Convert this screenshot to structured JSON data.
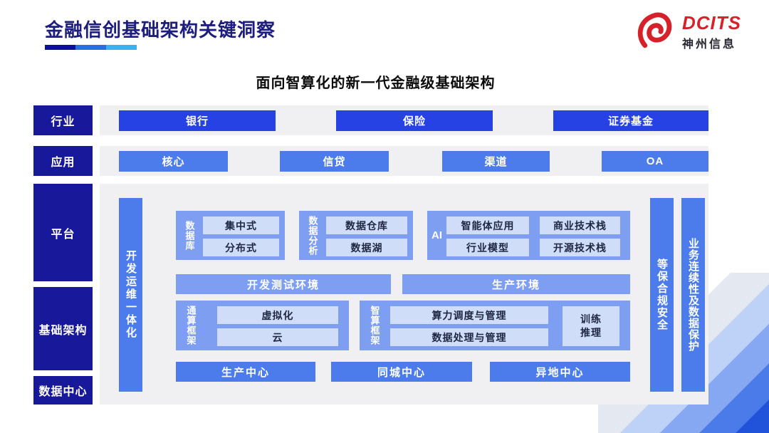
{
  "header": {
    "title": "金融信创基础架构关键洞察",
    "logo": {
      "brand": "DCITS",
      "company": "神州信息"
    }
  },
  "subtitle": "面向智算化的新一代金融级基础架构",
  "colors": {
    "title_navy": "#1d1d7e",
    "label_navy": "#18189a",
    "strong_blue": "#2742e4",
    "medium_blue": "#4c7ceb",
    "panel_blue": "#7e9ef2",
    "light_box_blue": "#d0ddf8",
    "panel_gray": "#f0f0f2",
    "logo_red": "#d6212b",
    "underline": [
      "#0d0da0",
      "#2a6ce2",
      "#38b2f2"
    ]
  },
  "rows": {
    "industry": {
      "label": "行业",
      "items": [
        "银行",
        "保险",
        "证券基金"
      ]
    },
    "application": {
      "label": "应用",
      "items": [
        "核心",
        "信贷",
        "渠道",
        "OA"
      ]
    }
  },
  "side_labels": {
    "platform": "平台",
    "infrastructure": "基础架构",
    "datacenter": "数据中心"
  },
  "platform": {
    "devops_bar": "开发运维一体化",
    "database": {
      "label": "数据库",
      "items": [
        "集中式",
        "分布式"
      ]
    },
    "analytics": {
      "label": "数据分析",
      "items": [
        "数据仓库",
        "数据湖"
      ]
    },
    "ai": {
      "label": "AI",
      "items": [
        "智能体应用",
        "商业技术栈",
        "行业模型",
        "开源技术栈"
      ]
    },
    "environments": [
      "开发测试环境",
      "生产环境"
    ],
    "general_compute": {
      "label": "通算框架",
      "items": [
        "虚拟化",
        "云"
      ]
    },
    "intelligent_compute": {
      "label": "智算框架",
      "items": [
        "算力调度与管理",
        "数据处理与管理"
      ],
      "side_box": "训练\n推理"
    },
    "datacenters": [
      "生产中心",
      "同城中心",
      "异地中心"
    ],
    "security_bar": "等保合规安全",
    "continuity_bar": "业务连续性及数据保护"
  }
}
